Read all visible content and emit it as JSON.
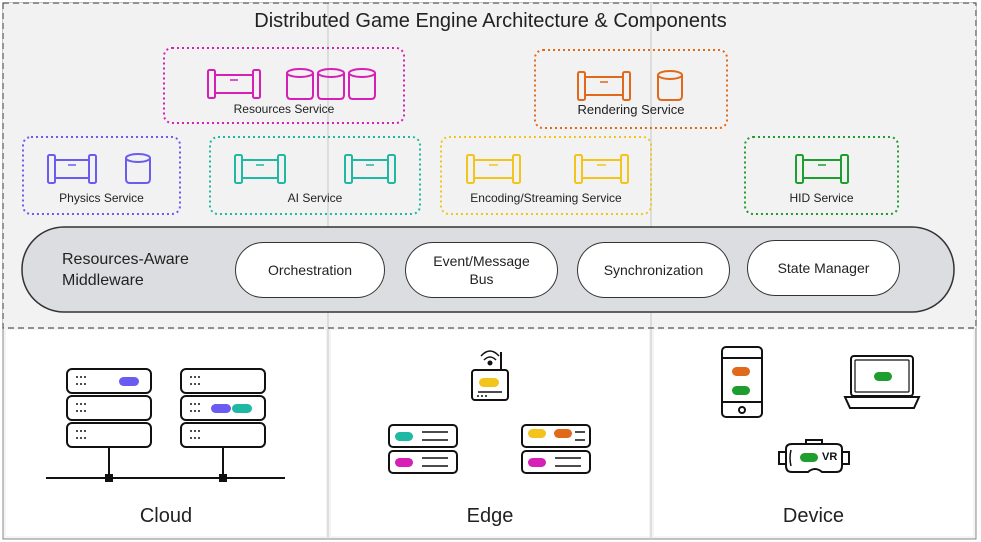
{
  "title": "Distributed Game Engine Architecture & Components",
  "services": {
    "resources": "Resources Service",
    "rendering": "Rendering Service",
    "physics": "Physics Service",
    "ai": "AI Service",
    "encoding": "Encoding/Streaming Service",
    "hid": "HID Service"
  },
  "colors": {
    "resources": "#d61fb5",
    "rendering": "#e0691b",
    "physics": "#6a5cf0",
    "ai": "#1fb8a2",
    "encoding": "#f2c41c",
    "hid": "#1e9e2e"
  },
  "middleware": {
    "title_line1": "Resources-Aware",
    "title_line2": "Middleware",
    "orchestration": "Orchestration",
    "event_line1": "Event/Message",
    "event_line2": "Bus",
    "synchronization": "Synchronization",
    "state_manager": "State Manager"
  },
  "tiers": {
    "cloud": "Cloud",
    "edge": "Edge",
    "device": "Device"
  },
  "badges": {
    "vr": "VR"
  }
}
